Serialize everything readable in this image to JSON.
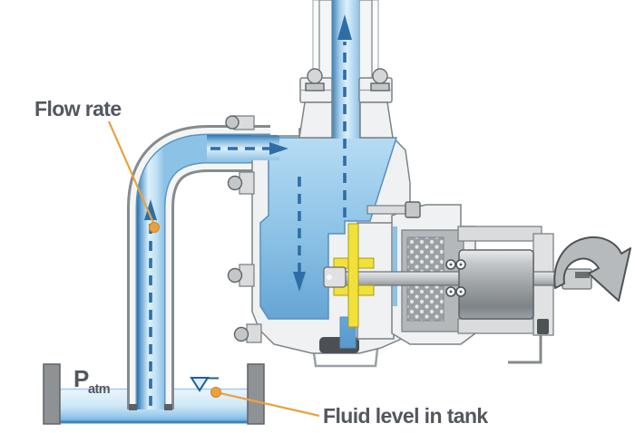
{
  "diagram": {
    "type": "technical-cutaway",
    "subject": "self-priming centrifugal pump with suction tank",
    "labels": {
      "flow_rate": "Flow rate",
      "pressure": "P",
      "pressure_sub": "atm",
      "fluid_level": "Fluid level in tank"
    },
    "icons": {
      "rotation_arrow": "curved-clockwise-rotation-arrow",
      "fluid_level_marker": "inverted-triangle-level-symbol",
      "flow_arrows": "dashed-flow-arrows"
    },
    "colors": {
      "label_text": "#53575e",
      "leader_orange": "#eaa23d",
      "flow_arrow": "#2e6ea6",
      "fluid_light": "#dceffb",
      "fluid_mid": "#8cc2e6",
      "fluid_deep": "#2a70a8",
      "impeller_yellow": "#f1e13a",
      "metal_light": "#eff1f2",
      "metal_mid": "#b7babd",
      "metal_outline": "#7d8386",
      "tank_wall": "#8f9294"
    }
  }
}
